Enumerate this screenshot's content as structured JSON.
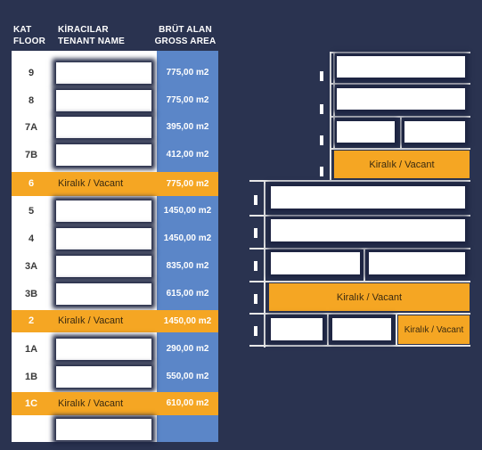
{
  "header": {
    "floor_tr": "KAT",
    "floor_en": "FLOOR",
    "tenant_tr": "KİRACILAR",
    "tenant_en": "TENANT NAME",
    "area_tr": "BRÜT ALAN",
    "area_en": "GROSS AREA"
  },
  "rows": [
    {
      "floor": "9",
      "tenant": "",
      "area": "775,00 m2"
    },
    {
      "floor": "8",
      "tenant": "",
      "area": "775,00 m2"
    },
    {
      "floor": "7A",
      "tenant": "",
      "area": "395,00 m2"
    },
    {
      "floor": "7B",
      "tenant": "",
      "area": "412,00 m2"
    },
    {
      "floor": "6",
      "tenant": "Kiralık / Vacant",
      "area": "775,00 m2"
    },
    {
      "floor": "5",
      "tenant": "",
      "area": "1450,00 m2"
    },
    {
      "floor": "4",
      "tenant": "",
      "area": "1450,00 m2"
    },
    {
      "floor": "3A",
      "tenant": "",
      "area": "835,00 m2"
    },
    {
      "floor": "3B",
      "tenant": "",
      "area": "615,00 m2"
    },
    {
      "floor": "2",
      "tenant": "Kiralık / Vacant",
      "area": "1450,00 m2"
    },
    {
      "floor": "1A",
      "tenant": "",
      "area": "290,00 m2"
    },
    {
      "floor": "1B",
      "tenant": "",
      "area": "550,00 m2"
    },
    {
      "floor": "1C",
      "tenant": "Kiralık / Vacant",
      "area": "610,00 m2"
    },
    {
      "floor": "",
      "tenant": "",
      "area": ""
    }
  ],
  "building": {
    "vacant_6": "Kiralık / Vacant",
    "vacant_2": "Kiralık / Vacant",
    "vacant_1c": "Kiralık / Vacant"
  },
  "colors": {
    "background": "#2a3350",
    "vacant": "#f5a623",
    "area_column": "#5b86c8"
  }
}
